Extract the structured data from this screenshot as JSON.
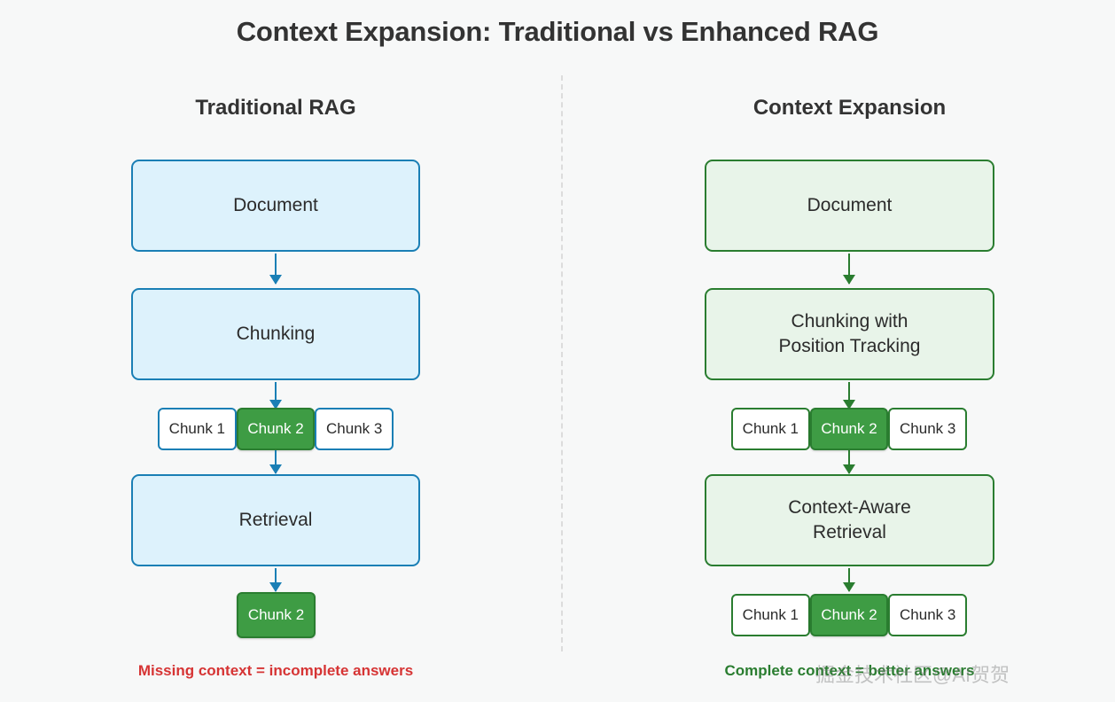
{
  "title": "Context Expansion: Traditional vs Enhanced RAG",
  "colors": {
    "background": "#f7f8f8",
    "blue_border": "#1a7fb5",
    "blue_fill": "#ddf2fc",
    "green_border": "#2a7d30",
    "green_fill": "#e8f4e9",
    "highlight_fill": "#3e9c44",
    "caption_warning": "#d63434",
    "caption_success": "#2a7d30",
    "divider": "#dcdcdc",
    "title_text": "#333333"
  },
  "left_column": {
    "header": "Traditional RAG",
    "steps": [
      {
        "label": "Document"
      },
      {
        "label": "Chunking"
      },
      {
        "label": "Retrieval"
      }
    ],
    "chunk_row": [
      {
        "label": "Chunk 1",
        "highlighted": false
      },
      {
        "label": "Chunk 2",
        "highlighted": true
      },
      {
        "label": "Chunk 3",
        "highlighted": false
      }
    ],
    "result_chunk": {
      "label": "Chunk 2",
      "highlighted": true
    },
    "caption": "Missing context = incomplete answers"
  },
  "right_column": {
    "header": "Context Expansion",
    "steps": [
      {
        "label": "Document"
      },
      {
        "label_line1": "Chunking with",
        "label_line2": "Position Tracking"
      },
      {
        "label_line1": "Context-Aware",
        "label_line2": "Retrieval"
      }
    ],
    "chunk_row": [
      {
        "label": "Chunk 1",
        "highlighted": false
      },
      {
        "label": "Chunk 2",
        "highlighted": true
      },
      {
        "label": "Chunk 3",
        "highlighted": false
      }
    ],
    "result_row": [
      {
        "label": "Chunk 1",
        "highlighted": false
      },
      {
        "label": "Chunk 2",
        "highlighted": true
      },
      {
        "label": "Chunk 3",
        "highlighted": false
      }
    ],
    "caption": "Complete context = better answers"
  },
  "watermark": "掘金技术社区@AI贺贺"
}
